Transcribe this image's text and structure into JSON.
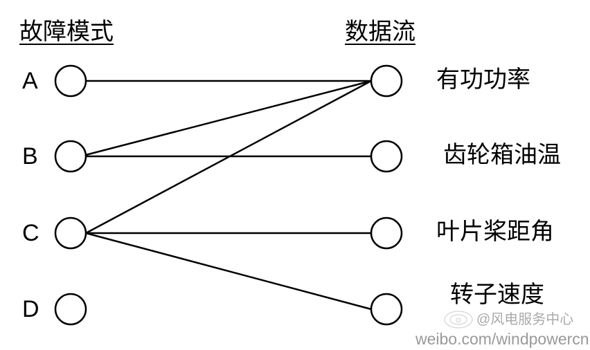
{
  "headers": {
    "left": "故障模式",
    "right": "数据流"
  },
  "fault_modes": [
    "A",
    "B",
    "C",
    "D"
  ],
  "data_streams": [
    "有功功率",
    "齿轮箱油温",
    "叶片桨距角",
    "转子速度"
  ],
  "connections": [
    [
      "A",
      "有功功率"
    ],
    [
      "B",
      "有功功率"
    ],
    [
      "B",
      "齿轮箱油温"
    ],
    [
      "C",
      "有功功率"
    ],
    [
      "C",
      "叶片桨距角"
    ],
    [
      "C",
      "转子速度"
    ]
  ],
  "watermark": {
    "line1": "@风电服务中心",
    "line2": "weibo.com/windpowercn"
  }
}
